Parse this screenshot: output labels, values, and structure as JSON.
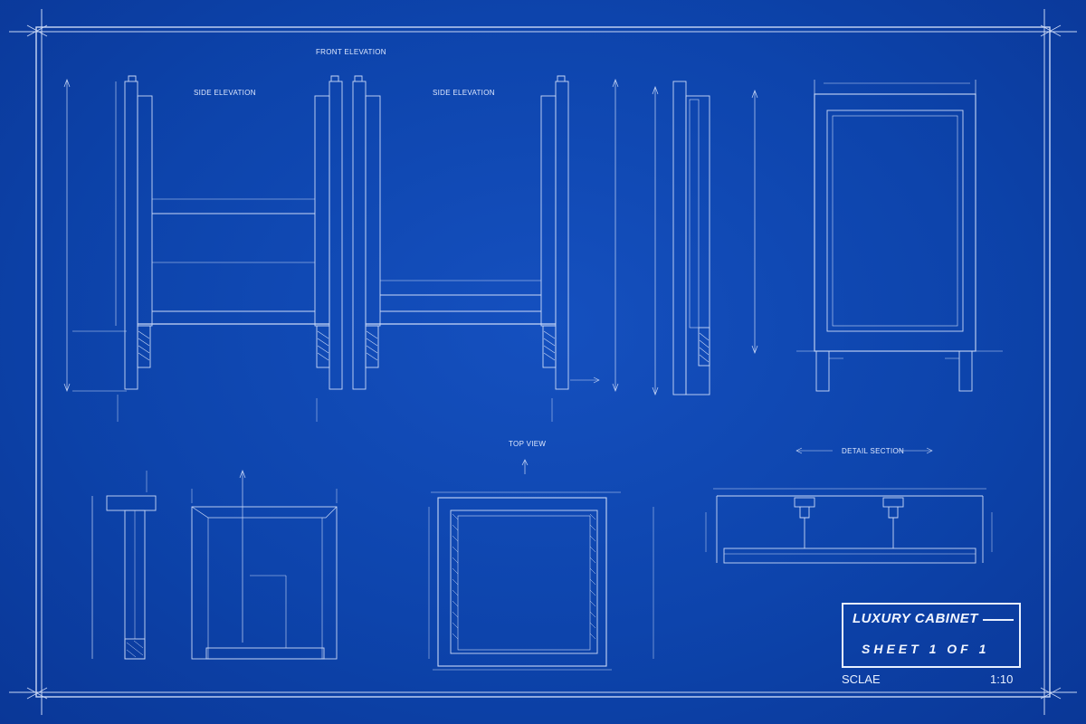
{
  "views": {
    "front_elevation": "FRONT ELEVATION",
    "side_elevation_left": "SIDE ELEVATION",
    "side_elevation_right": "SIDE ELEVATION",
    "top_view": "TOP VIEW",
    "detail_section": "DETAIL SECTION"
  },
  "title_block": {
    "title": "LUXURY CABINET",
    "sheet_text": "SHEET 1 OF 1",
    "scale_label": "SCLAE",
    "scale_value": "1:10"
  },
  "colors": {
    "background": "#0d44ac",
    "linework": "#dfe9ff"
  }
}
